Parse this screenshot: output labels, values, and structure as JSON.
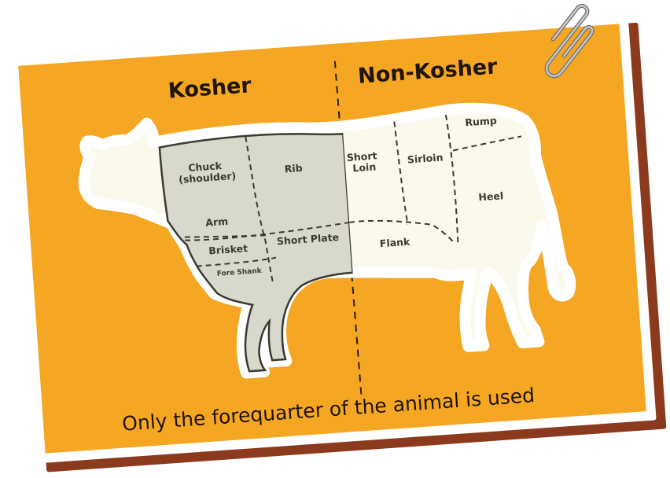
{
  "card": {
    "colors": {
      "card_fill": "#F5A623",
      "card_border": "#FFFFFF",
      "card_shadow": "#8B3A1E",
      "kosher_region": "#D9D8CC",
      "non_kosher_region": "#FBF8EC",
      "cow_outline": "#3A3A32",
      "text": "#1E1408"
    },
    "headings": {
      "kosher": "Kosher",
      "non_kosher": "Non-Kosher"
    },
    "caption": "Only the forequarter of the animal is used"
  },
  "cuts": {
    "kosher": [
      {
        "id": "chuck",
        "lines": [
          "Chuck",
          "(shoulder)"
        ]
      },
      {
        "id": "rib",
        "lines": [
          "Rib"
        ]
      },
      {
        "id": "arm",
        "lines": [
          "Arm"
        ]
      },
      {
        "id": "brisket",
        "lines": [
          "Brisket"
        ]
      },
      {
        "id": "short-plate",
        "lines": [
          "Short Plate"
        ]
      },
      {
        "id": "fore-shank",
        "lines": [
          "Fore Shank"
        ]
      }
    ],
    "non_kosher": [
      {
        "id": "short-loin",
        "lines": [
          "Short",
          "Loin"
        ]
      },
      {
        "id": "sirloin",
        "lines": [
          "Sirloin"
        ]
      },
      {
        "id": "rump",
        "lines": [
          "Rump"
        ]
      },
      {
        "id": "heel",
        "lines": [
          "Heel"
        ]
      },
      {
        "id": "flank",
        "lines": [
          "Flank"
        ]
      }
    ]
  },
  "icons": {
    "paperclip": "paperclip-icon"
  }
}
